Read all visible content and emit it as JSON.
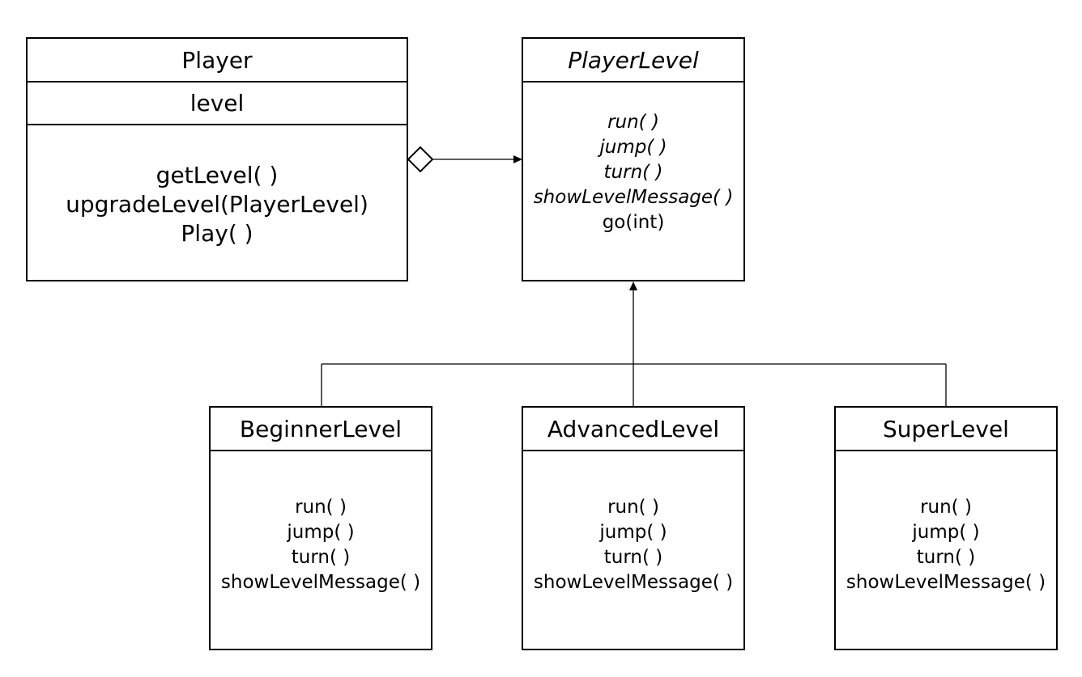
{
  "diagram": {
    "classes": {
      "player": {
        "name": "Player",
        "attributes": [
          "level"
        ],
        "operations": [
          "getLevel( )",
          "upgradeLevel(PlayerLevel)",
          "Play( )"
        ]
      },
      "player_level": {
        "name": "PlayerLevel",
        "abstract": true,
        "abstract_operations": [
          "run( )",
          "jump( )",
          "turn( )",
          "showLevelMessage( )"
        ],
        "concrete_operations": [
          "go(int)"
        ]
      },
      "beginner_level": {
        "name": "BeginnerLevel",
        "operations": [
          "run( )",
          "jump( )",
          "turn( )",
          "showLevelMessage( )"
        ]
      },
      "advanced_level": {
        "name": "AdvancedLevel",
        "operations": [
          "run( )",
          "jump( )",
          "turn( )",
          "showLevelMessage( )"
        ]
      },
      "super_level": {
        "name": "SuperLevel",
        "operations": [
          "run( )",
          "jump( )",
          "turn( )",
          "showLevelMessage( )"
        ]
      }
    },
    "relationships": [
      {
        "type": "aggregation",
        "from": "Player",
        "to": "PlayerLevel"
      },
      {
        "type": "generalization",
        "from": "BeginnerLevel",
        "to": "PlayerLevel"
      },
      {
        "type": "generalization",
        "from": "AdvancedLevel",
        "to": "PlayerLevel"
      },
      {
        "type": "generalization",
        "from": "SuperLevel",
        "to": "PlayerLevel"
      }
    ],
    "colors": {
      "line": "#000000",
      "background": "#ffffff"
    }
  }
}
